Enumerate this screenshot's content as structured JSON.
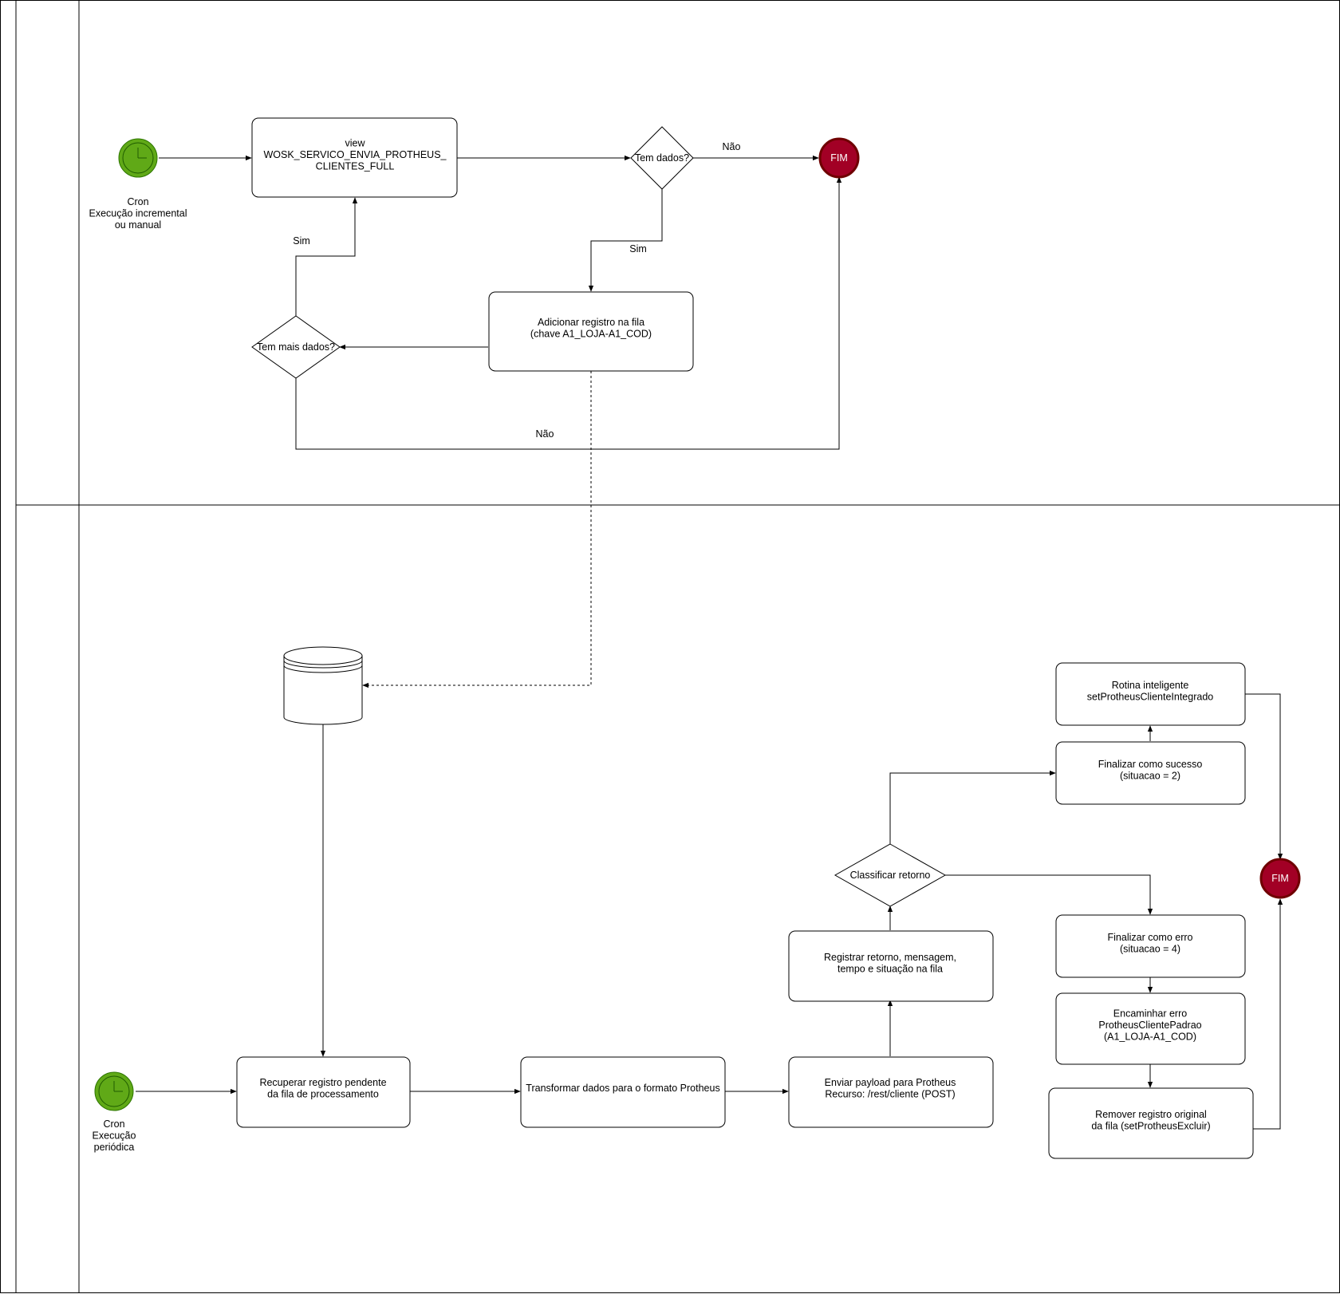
{
  "start_events": {
    "top": {
      "label": [
        "Cron",
        "Execução incremental",
        "ou manual"
      ],
      "color": "#60a917",
      "stroke": "#2d7600"
    },
    "bottom": {
      "label": [
        "Cron",
        "Execução",
        "periódica"
      ],
      "color": "#60a917",
      "stroke": "#2d7600"
    }
  },
  "end_events": {
    "top": {
      "label": "FIM",
      "color": "#a20025",
      "stroke": "#6f0000"
    },
    "bottom": {
      "label": "FIM",
      "color": "#a20025",
      "stroke": "#6f0000"
    }
  },
  "tasks": {
    "view": [
      "view",
      "WOSK_SERVICO_ENVIA_PROTHEUS_",
      "CLIENTES_FULL"
    ],
    "add_queue": [
      "Adicionar registro na fila",
      "(chave A1_LOJA-A1_COD)"
    ],
    "recover": [
      "Recuperar registro pendente",
      "da fila de processamento"
    ],
    "transform": [
      "Transformar dados para o formato Protheus"
    ],
    "send": [
      "Enviar payload para Protheus",
      "Recurso: /rest/cliente (POST)"
    ],
    "register": [
      "Registrar retorno, mensagem,",
      "tempo e situação na fila"
    ],
    "success": [
      "Finalizar como sucesso",
      "(situacao = 2)"
    ],
    "smart": [
      "Rotina inteligente",
      "setProtheusClienteIntegrado"
    ],
    "error": [
      "Finalizar como erro",
      "(situacao = 4)"
    ],
    "forward": [
      "Encaminhar erro",
      "ProtheusClientePadrao",
      "(A1_LOJA-A1_COD)"
    ],
    "remove": [
      "Remover registro original",
      "da fila (setProtheusExcluir)"
    ]
  },
  "gateways": {
    "has_data": "Tem dados?",
    "has_more": "Tem mais dados?",
    "classify": "Classificar retorno"
  },
  "edge_labels": {
    "no_top": "Não",
    "yes_down": "Sim",
    "yes_up": "Sim",
    "no_bottom": "Não"
  }
}
